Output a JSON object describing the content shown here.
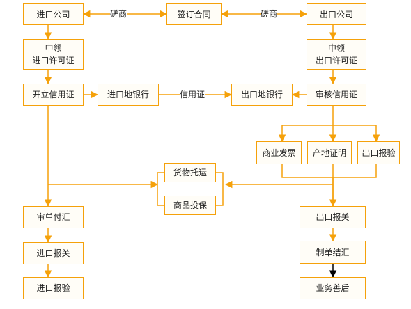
{
  "nodes": {
    "import_company": "进口公司",
    "sign_contract": "签订合同",
    "export_company": "出口公司",
    "apply_import_license": {
      "line1": "申领",
      "line2": "进口许可证"
    },
    "apply_export_license": {
      "line1": "申领",
      "line2": "出口许可证"
    },
    "open_lc": "开立信用证",
    "import_bank": "进口地银行",
    "export_bank": "出口地银行",
    "review_lc": "审核信用证",
    "commercial_invoice": "商业发票",
    "certificate_of_origin": "产地证明",
    "export_inspection": "出口报验",
    "cargo_consignment": "货物托运",
    "cargo_insurance": "商品投保",
    "review_payment": "审单付汇",
    "export_declaration": "出口报关",
    "import_declaration": "进口报关",
    "prepare_settlement": "制单结汇",
    "import_inspection": "进口报验",
    "follow_up": "业务善后"
  },
  "edge_labels": {
    "negotiate_left": "磋商",
    "negotiate_right": "磋商",
    "letter_of_credit": "信用证"
  },
  "colors": {
    "accent": "#f5a10a",
    "final_arrow": "#000000"
  }
}
